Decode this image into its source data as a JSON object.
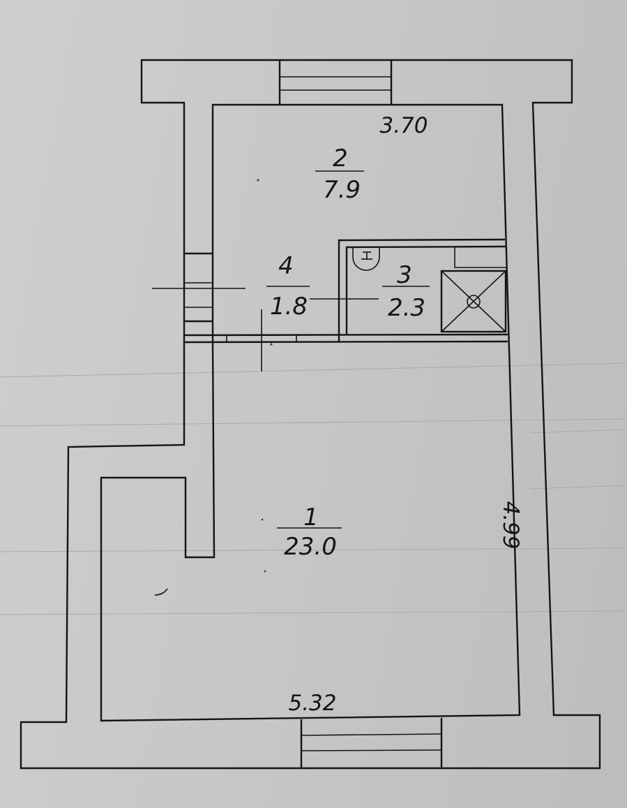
{
  "rooms": [
    {
      "number": "1",
      "area": "23.0"
    },
    {
      "number": "2",
      "area": "7.9"
    },
    {
      "number": "3",
      "area": "2.3"
    },
    {
      "number": "4",
      "area": "1.8"
    }
  ],
  "dimensions": {
    "top": "3.70",
    "right": "4.99",
    "bottom": "5.32"
  }
}
